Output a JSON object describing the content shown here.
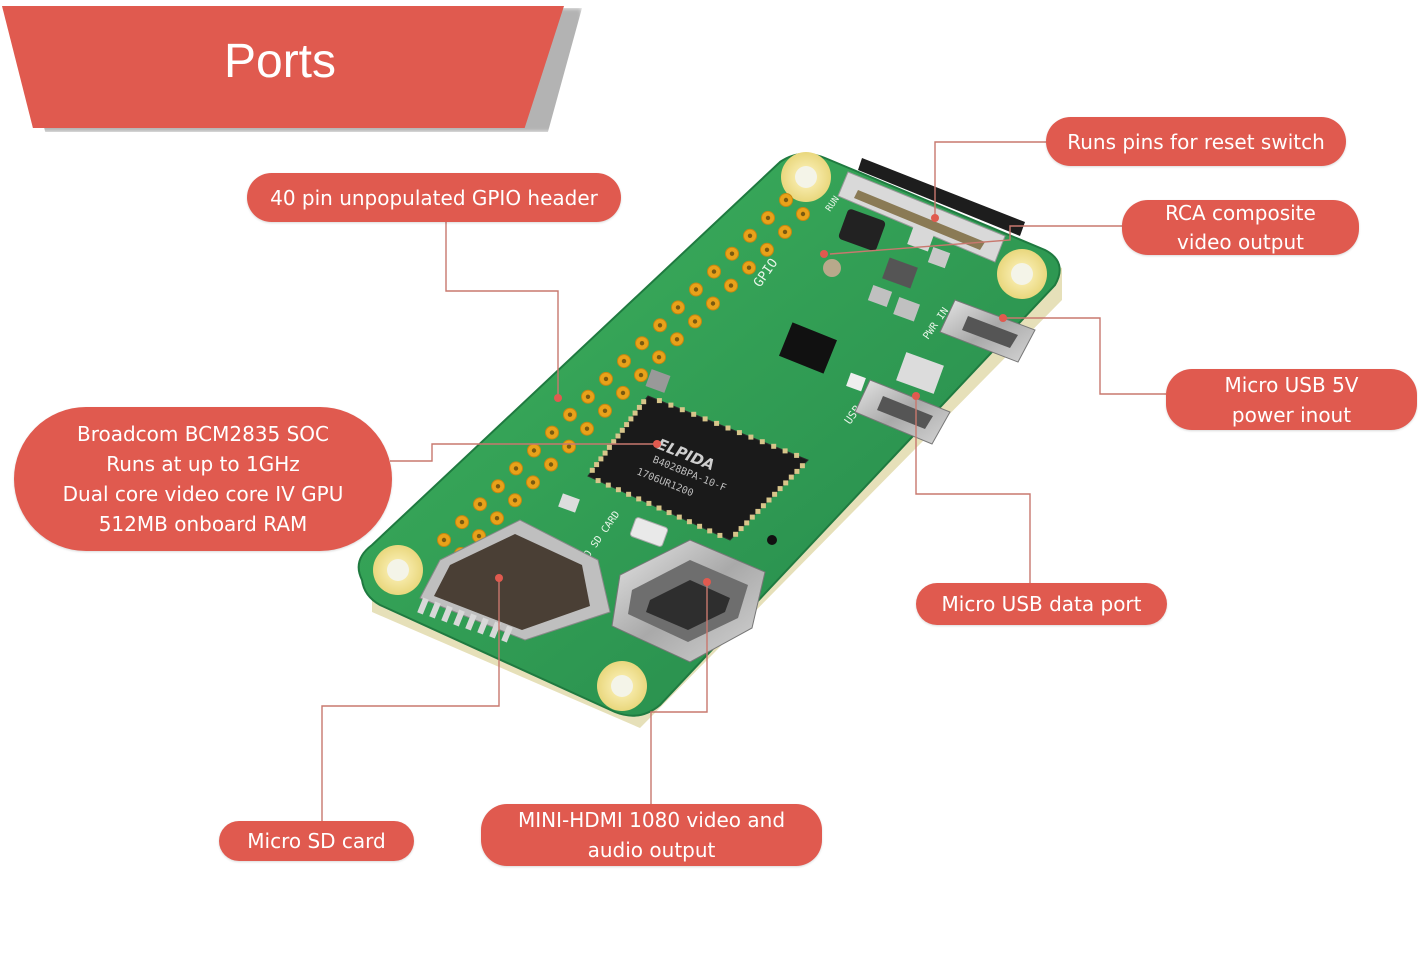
{
  "title": "Ports",
  "colors": {
    "accent": "#e05a4f",
    "board_green": "#2e9a4e",
    "board_green_light": "#3fb35e",
    "pin_gold": "#e8a21a",
    "leader_line": "#c8786e"
  },
  "callouts": {
    "gpio": {
      "lines": [
        "40 pin unpopulated GPIO header"
      ]
    },
    "reset": {
      "lines": [
        "Runs pins for reset switch"
      ]
    },
    "rca": {
      "lines": [
        "RCA composite",
        "video output"
      ]
    },
    "power": {
      "lines": [
        "Micro USB 5V",
        "power inout"
      ]
    },
    "soc": {
      "lines": [
        "Broadcom BCM2835 SOC",
        "Runs at up to 1GHz",
        "Dual core video core IV GPU",
        "512MB onboard RAM"
      ]
    },
    "usb_data": {
      "lines": [
        "Micro USB data port"
      ]
    },
    "sd": {
      "lines": [
        "Micro SD card"
      ]
    },
    "hdmi": {
      "lines": [
        "MINI-HDMI 1080 video and",
        "audio output"
      ]
    }
  },
  "board": {
    "silkscreen_gpio": "GPIO",
    "silkscreen_run": "RUN",
    "silkscreen_pwr": "PWR IN",
    "silkscreen_usb": "USB",
    "silkscreen_sd": "MICRO SD CARD",
    "chip_brand": "ELPIDA",
    "chip_code": "B4028BPA-10-F",
    "chip_code2": "1706UR1200"
  }
}
